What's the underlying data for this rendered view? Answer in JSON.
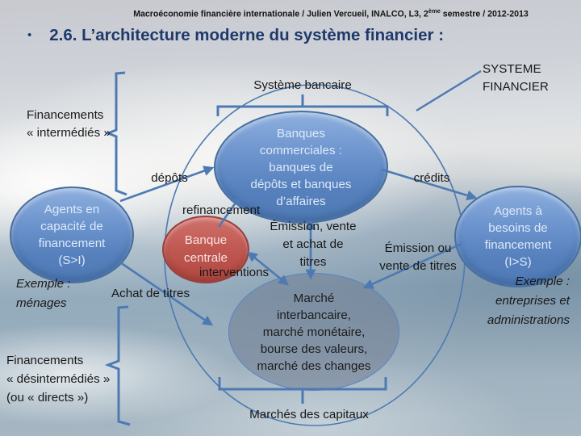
{
  "slide": {
    "header": {
      "part1": "Macroéconomie financière internationale / Julien Vercueil, INALCO, L3, 2",
      "superscript": "ème",
      "part2": " semestre / 2012-2013"
    },
    "title": {
      "bullet": "•",
      "text": "2.6. L’architecture moderne du système financier :"
    }
  },
  "diagram": {
    "nodes": {
      "banques_commerciales": "Banques\ncommerciales :\nbanques de\ndépôts et banques\nd’affaires",
      "agents_capacite": "Agents en\ncapacité de\nfinancement\n(S>I)",
      "agents_besoins": "Agents à\nbesoins de\nfinancement\n(I>S)",
      "banque_centrale": "Banque\ncentrale",
      "marches": "Marché\ninterbancaire,\nmarché monétaire,\nbourse des valeurs,\nmarché des changes"
    },
    "labels": {
      "systeme_financier": "SYSTEME\nFINANCIER",
      "systeme_bancaire": "Système bancaire",
      "marches_capitaux": "Marchés des capitaux",
      "financements_intermedies": "Financements\n« intermédiés »",
      "financements_desintermedies": "Financements\n« désintermédiés »\n(ou « directs »)",
      "exemple_menages": "Exemple :\nménages",
      "exemple_entreprises": "Exemple :\nentreprises et\nadministrations"
    },
    "flows": {
      "depots": "dépôts",
      "credits": "crédits",
      "refinancement": "refinancement",
      "emission_vente_achat": "Émission, vente\net achat de\ntitres",
      "emission_ou_vente": "Émission ou\nvente de titres",
      "interventions": "interventions",
      "achat_titres": "Achat de titres"
    },
    "colors": {
      "node_blue": "#4f81bd",
      "node_red": "#c0504d",
      "market_gray": "#728094",
      "connector_blue": "#4d7ab2",
      "title_navy": "#1e3a6c"
    }
  }
}
